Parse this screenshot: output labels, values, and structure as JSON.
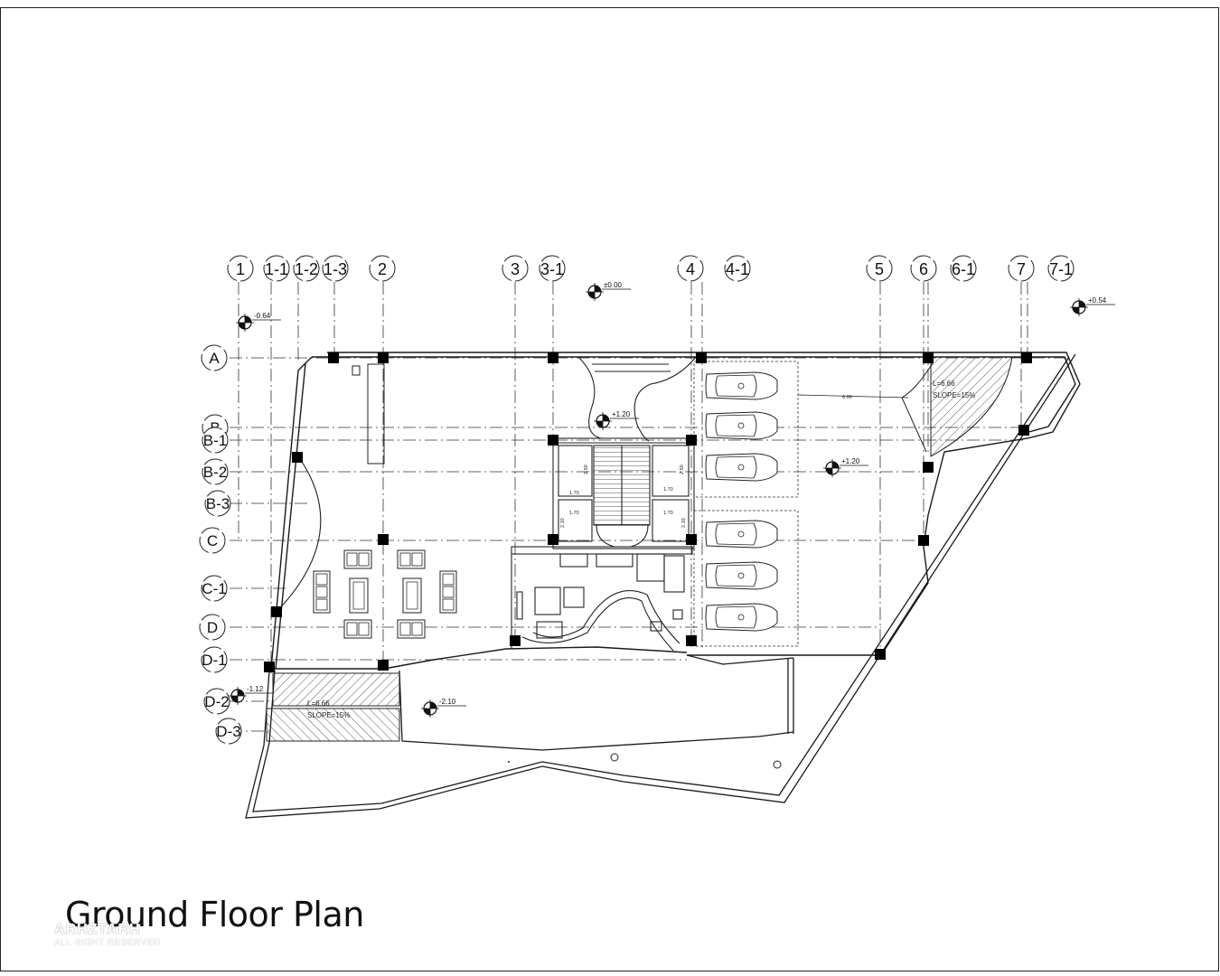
{
  "drawing": {
    "title": "Ground Floor Plan",
    "watermark": {
      "name": "ARHZTARH",
      "rights": "ALL RIGHT RESERVED"
    }
  },
  "grid": {
    "columns": [
      "1",
      "1-1",
      "1-2",
      "1-3",
      "2",
      "3",
      "3-1",
      "4",
      "4-1",
      "5",
      "6",
      "6-1",
      "7",
      "7-1"
    ],
    "rows": [
      "A",
      "B",
      "B-1",
      "B-2",
      "B-3",
      "C",
      "C-1",
      "D",
      "D-1",
      "D-2",
      "D-3"
    ]
  },
  "levels": {
    "entrance": "±0.00",
    "left_yard": "-0.64",
    "right_yard": "+0.54",
    "courtyard": "+1.20",
    "parking": "+1.20",
    "lower_yard": "-2.10",
    "ramp_base": "-1.12"
  },
  "ramps": {
    "lower": {
      "length": "L=6.66",
      "slope": "SLOPE=15%"
    },
    "upper": {
      "length": "L=6.66",
      "slope": "SLOPE=15%"
    }
  },
  "dimensions": {
    "parking_width": "6.00",
    "room_a": "1.70",
    "room_b": "1.70",
    "room_c": "1.70",
    "room_d": "1.70",
    "room_e": "2.50",
    "room_f": "2.50",
    "room_g": "2.10",
    "room_h": "2.10"
  },
  "colors": {
    "line": "#1a1a1a",
    "column": "#000000",
    "hatch": "#333333"
  }
}
